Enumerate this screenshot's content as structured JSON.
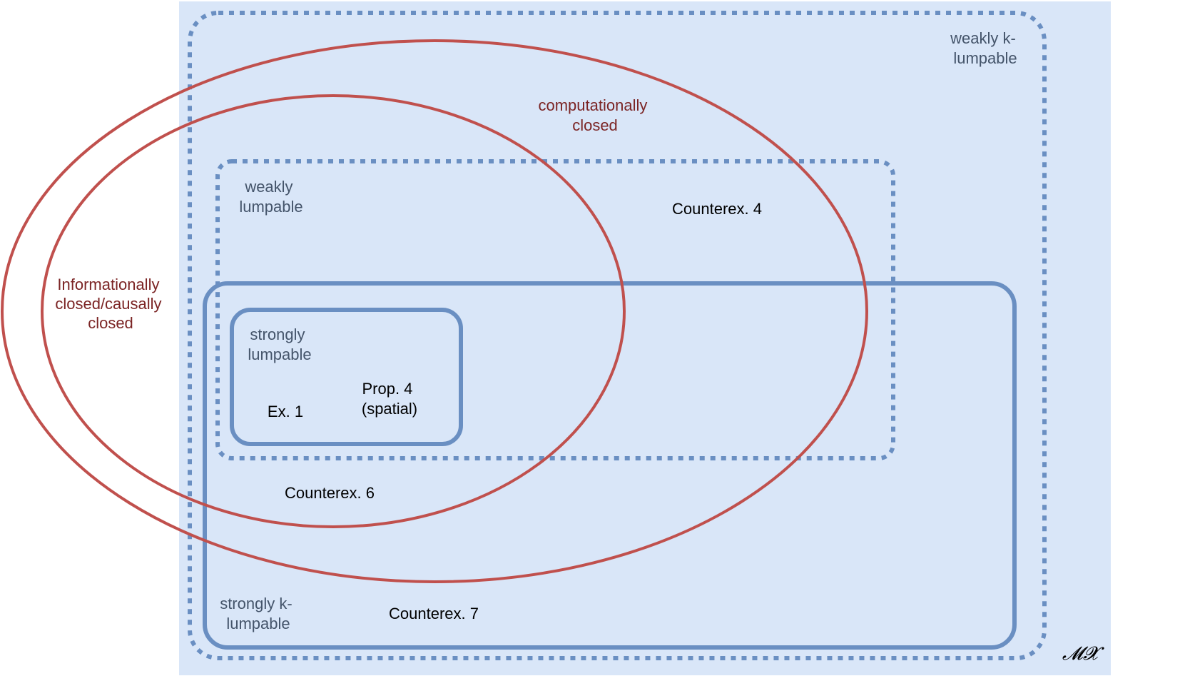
{
  "colors": {
    "background_box": "#d9e6f8",
    "blue_outline": "#6a8fc2",
    "red_outline": "#c0504d",
    "blue_text": "#44546a",
    "red_text": "#7b2424"
  },
  "sets": {
    "weakly_k_lumpable": [
      "weakly k-",
      "lumpable"
    ],
    "weakly_lumpable": [
      "weakly",
      "lumpable"
    ],
    "strongly_k_lumpable": [
      "strongly k-",
      "lumpable"
    ],
    "strongly_lumpable": [
      "strongly",
      "lumpable"
    ],
    "computationally_closed": [
      "computationally",
      "closed"
    ],
    "informationally_closed": [
      "Informationally",
      "closed/causally",
      "closed"
    ]
  },
  "examples": {
    "counterex4": "Counterex. 4",
    "counterex6": "Counterex. 6",
    "counterex7": "Counterex. 7",
    "ex1": "Ex. 1",
    "prop4": [
      "Prop. 4",
      "(spatial)"
    ]
  },
  "universe_label": "𝓜𝓧"
}
